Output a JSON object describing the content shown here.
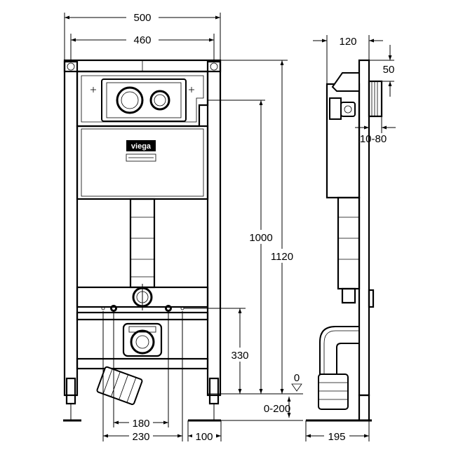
{
  "brand": "viega",
  "dimensions": {
    "overall_width": "500",
    "frame_width": "460",
    "height_total": "1120",
    "height_actuation": "1000",
    "height_outlet": "330",
    "adjust_range": "0-200",
    "floor_level": "0",
    "outlet_spacing": "180",
    "outlet_center": "230",
    "foot_offset": "100",
    "side_depth_top": "120",
    "side_small": "50",
    "side_plate": "10-80",
    "side_depth_bottom": "195"
  },
  "icons": [
    "floor-level-triangle-icon",
    "viega-logo-icon"
  ]
}
